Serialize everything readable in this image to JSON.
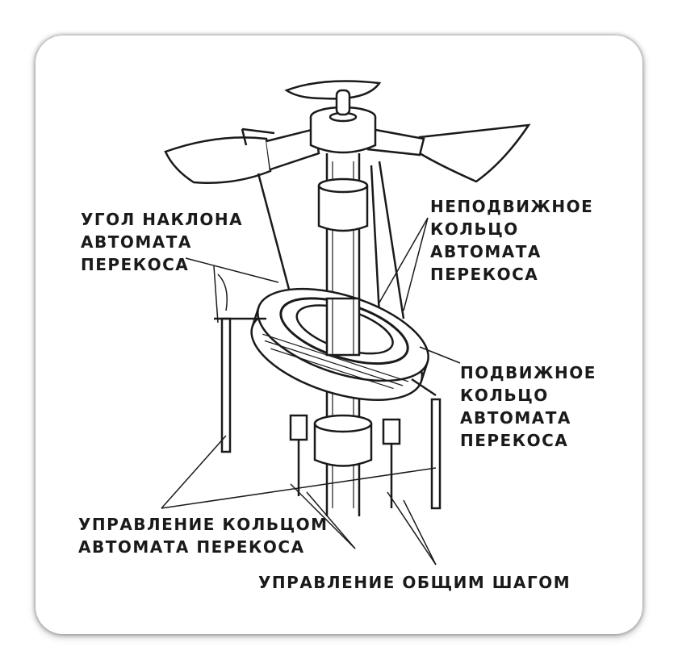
{
  "labels": {
    "tilt_angle": [
      "УГОЛ НАКЛОНА",
      "АВТОМАТА",
      "ПЕРЕКОСА"
    ],
    "fixed_ring": [
      "НЕПОДВИЖНОЕ",
      "КОЛЬЦО",
      "АВТОМАТА",
      "ПЕРЕКОСА"
    ],
    "moving_ring": [
      "ПОДВИЖНОЕ",
      "КОЛЬЦО",
      "АВТОМАТА",
      "ПЕРЕКОСА"
    ],
    "ring_control": [
      "УПРАВЛЕНИЕ КОЛЬЦОМ",
      "АВТОМАТА ПЕРЕКОСА"
    ],
    "collective_pitch": "УПРАВЛЕНИЕ ОБЩИМ ШАГОМ"
  },
  "colors": {
    "ink": "#1a1a1a",
    "paper": "#ffffff"
  }
}
